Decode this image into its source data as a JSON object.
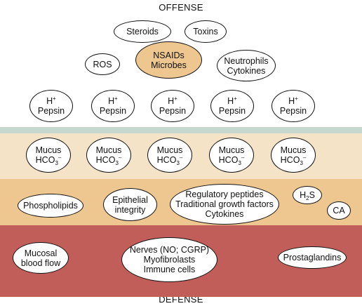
{
  "offense": {
    "title": "OFFENSE",
    "steroids": "Steroids",
    "toxins": "Toxins",
    "ros": "ROS",
    "nsaids": [
      "NSAIDs",
      "Microbes"
    ],
    "neutrophils": [
      "Neutrophils",
      "Cytokines"
    ],
    "acid": {
      "ion": "H",
      "ion_charge": "+",
      "label": "Pepsin",
      "count": 5
    }
  },
  "defense": {
    "title": "DEFENSE",
    "mucus": {
      "label": "Mucus",
      "bicarb": "HCO",
      "bicarb_sub": "3",
      "bicarb_charge": "–",
      "count": 5
    },
    "phospholipids": "Phospholipids",
    "epithelial": [
      "Epithelial",
      "integrity"
    ],
    "regulatory": [
      "Regulatory peptides",
      "Traditional growth factors",
      "Cytokines"
    ],
    "h2s": {
      "prefix": "H",
      "sub": "2",
      "suffix": "S"
    },
    "ca": "CA",
    "mucosal_blood_flow": [
      "Mucosal",
      "blood flow"
    ],
    "nerves": [
      "Nerves (NO; CGRP)",
      "Myofibrolasts",
      "Immune cells"
    ],
    "prostaglandins": "Prostaglandins"
  },
  "colors": {
    "nsaid_fill": "#edc690",
    "teal_band": "#c5d8d0",
    "cream_band": "#f5e3c8",
    "tan_band": "#edc690",
    "red_band": "#c25e59"
  }
}
